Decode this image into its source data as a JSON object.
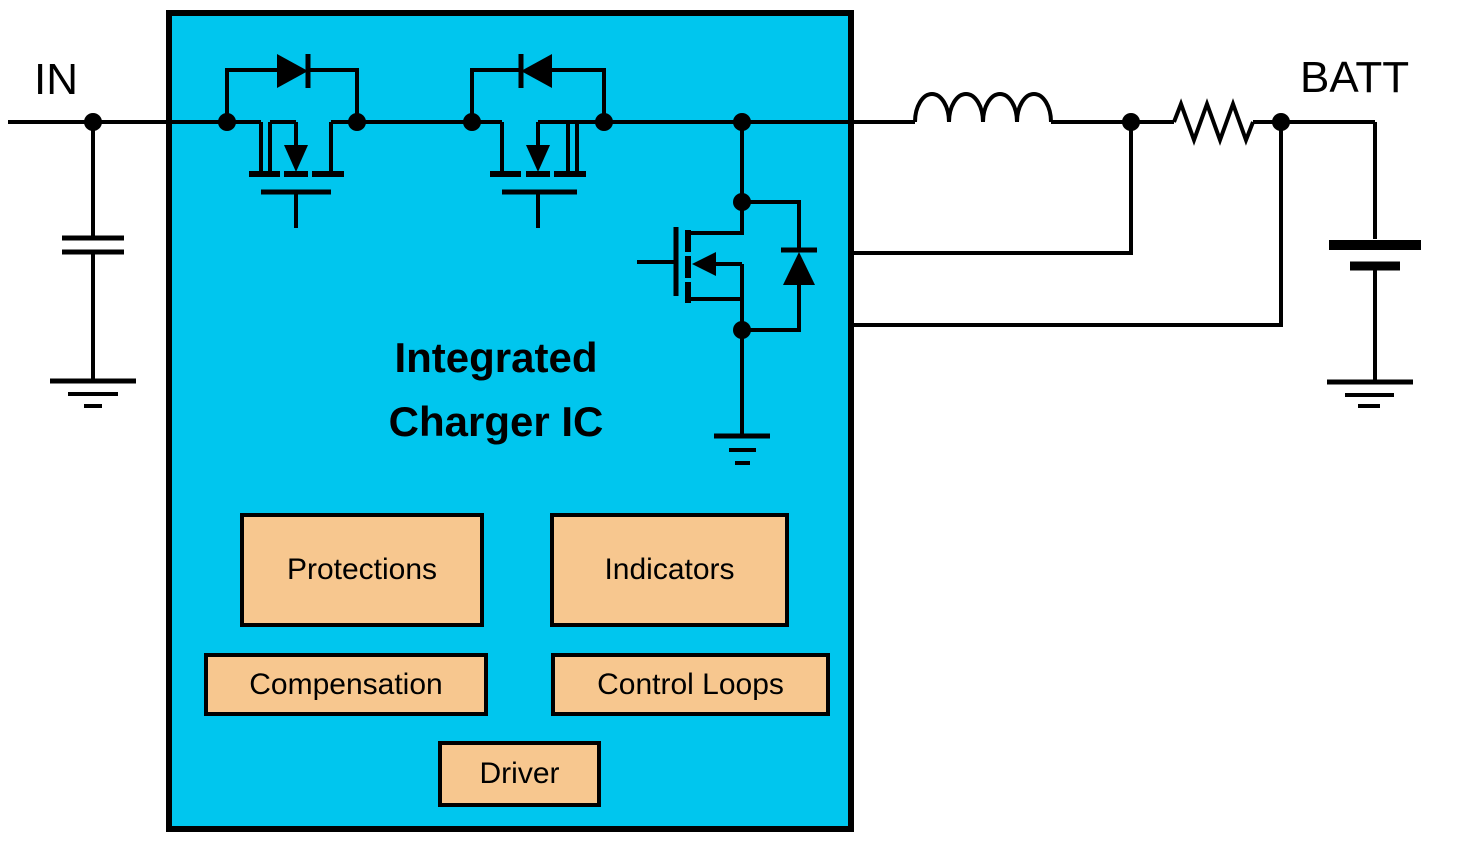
{
  "diagram": {
    "title_lines": [
      "Integrated",
      "Charger IC"
    ],
    "labels": {
      "input": "IN",
      "battery": "BATT"
    },
    "blocks": [
      {
        "id": "protections",
        "label": "Protections"
      },
      {
        "id": "indicators",
        "label": "Indicators"
      },
      {
        "id": "compensation",
        "label": "Compensation"
      },
      {
        "id": "control-loops",
        "label": "Control Loops"
      },
      {
        "id": "driver",
        "label": "Driver"
      }
    ],
    "components": [
      "input-node",
      "input-capacitor",
      "input-ground",
      "blocking-mosfet-q1",
      "q1-parallel-diode",
      "blocking-mosfet-q2",
      "q2-parallel-diode",
      "low-side-mosfet-q3",
      "q3-body-diode",
      "q3-ground",
      "inductor",
      "current-sense-resistor",
      "sense-feedback-lines",
      "battery",
      "battery-ground"
    ],
    "colors": {
      "ic_fill": "#00C6EE",
      "block_fill": "#F7C78F",
      "line": "#000000",
      "background": "#FFFFFF",
      "text": "#000000"
    }
  }
}
